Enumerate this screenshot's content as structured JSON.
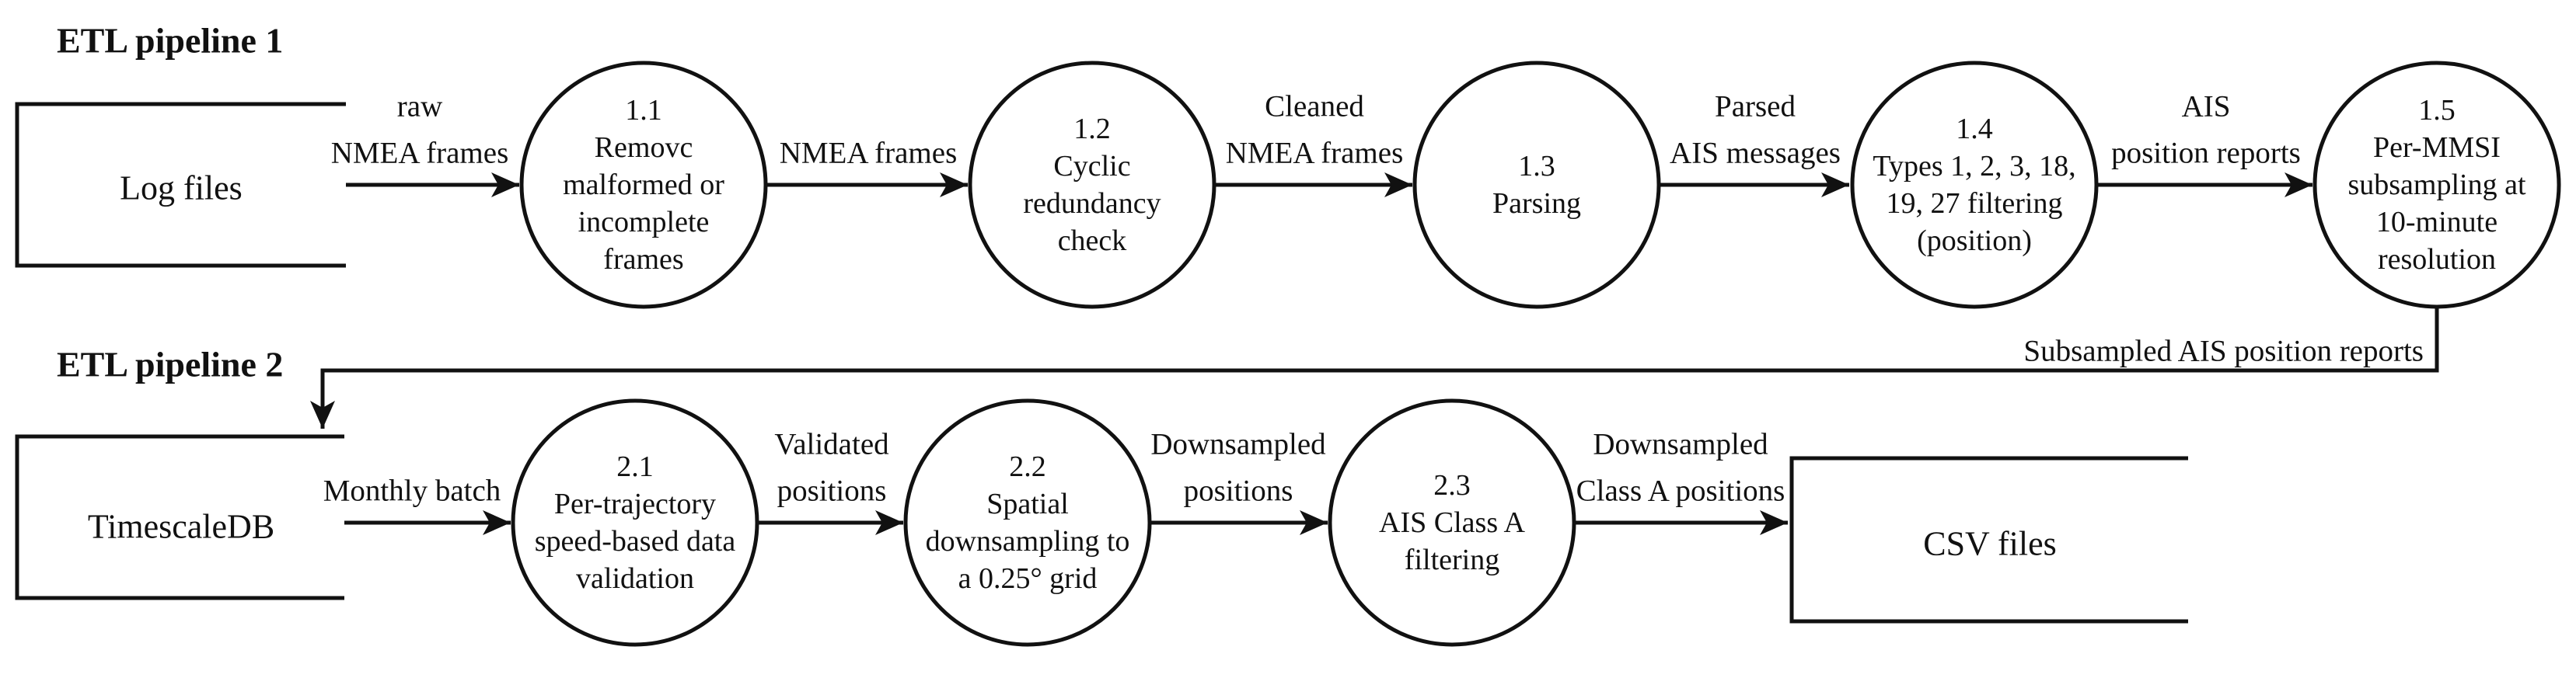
{
  "diagram": {
    "ink_color": "#111111",
    "background_color": "#ffffff",
    "pipeline1": {
      "title": "ETL pipeline 1",
      "source_label": "Log files",
      "nodes": {
        "n11": [
          "1.1",
          "Removc",
          "malformed or",
          "incomplete",
          "frames"
        ],
        "n12": [
          "1.2",
          "Cyclic",
          "redundancy",
          "check"
        ],
        "n13": [
          "1.3",
          "Parsing"
        ],
        "n14": [
          "1.4",
          "Types 1, 2, 3, 18,",
          "19, 27 filtering",
          "(position)"
        ],
        "n15": [
          "1.5",
          "Per-MMSI",
          "subsampling at",
          "10-minute",
          "resolution"
        ]
      },
      "edge_labels": {
        "e1_line1": "raw",
        "e1_line2": "NMEA frames",
        "e2": "NMEA frames",
        "e3_line1": "Cleaned",
        "e3_line2": "NMEA frames",
        "e4_line1": "Parsed",
        "e4_line2": "AIS messages",
        "e5_line1": "AIS",
        "e5_line2": "position reports"
      },
      "connector_label": "Subsampled AIS position reports"
    },
    "pipeline2": {
      "title": "ETL pipeline 2",
      "source_label": "TimescaleDB",
      "sink_label": "CSV files",
      "nodes": {
        "n21": [
          "2.1",
          "Per-trajectory",
          "speed-based data",
          "validation"
        ],
        "n22": [
          "2.2",
          "Spatial",
          "downsampling to",
          "a 0.25° grid"
        ],
        "n23": [
          "2.3",
          "AIS Class A",
          "filtering"
        ]
      },
      "edge_labels": {
        "e1": "Monthly batch",
        "e2_line1": "Validated",
        "e2_line2": "positions",
        "e3_line1": "Downsampled",
        "e3_line2": "positions",
        "e4_line1": "Downsampled",
        "e4_line2": "Class A positions"
      }
    }
  }
}
